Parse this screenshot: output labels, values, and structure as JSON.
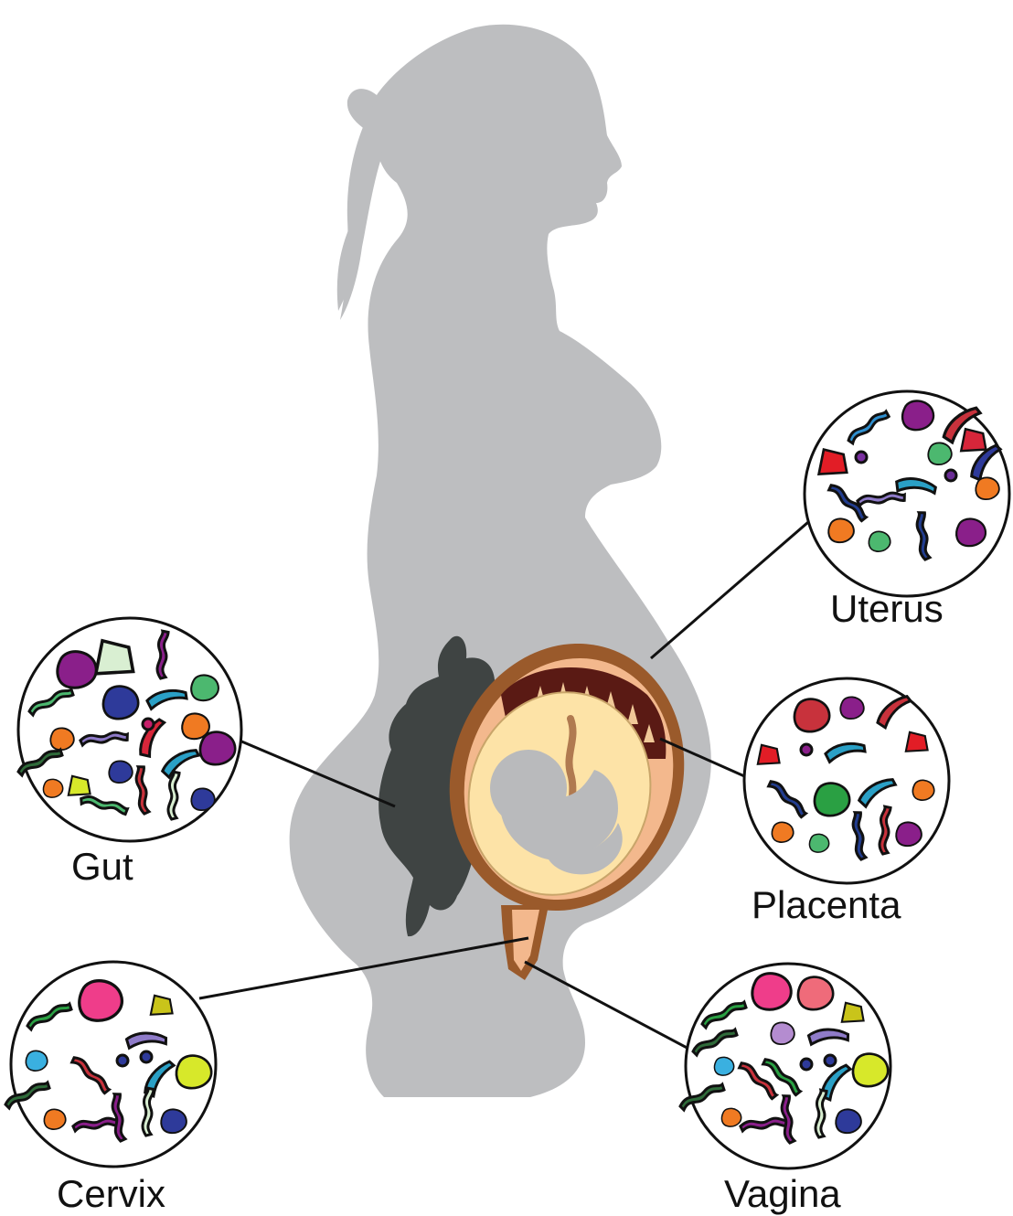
{
  "labels": {
    "uterus": "Uterus",
    "gut": "Gut",
    "placenta": "Placenta",
    "cervix": "Cervix",
    "vagina": "Vagina"
  },
  "colors": {
    "silhouette": "#bdbec0",
    "gut_organ": "#3f4443",
    "uterus_wall": "#9a5a2b",
    "uterus_inner": "#f3b88d",
    "placenta": "#5a1a14",
    "amniotic": "#fde3a7",
    "fetus": "#b9babc",
    "line": "#111111"
  },
  "icons": {
    "silhouette": "pregnant-woman-silhouette",
    "fetus": "fetus-icon",
    "microbe_circle": "microbe-cluster-icon"
  }
}
